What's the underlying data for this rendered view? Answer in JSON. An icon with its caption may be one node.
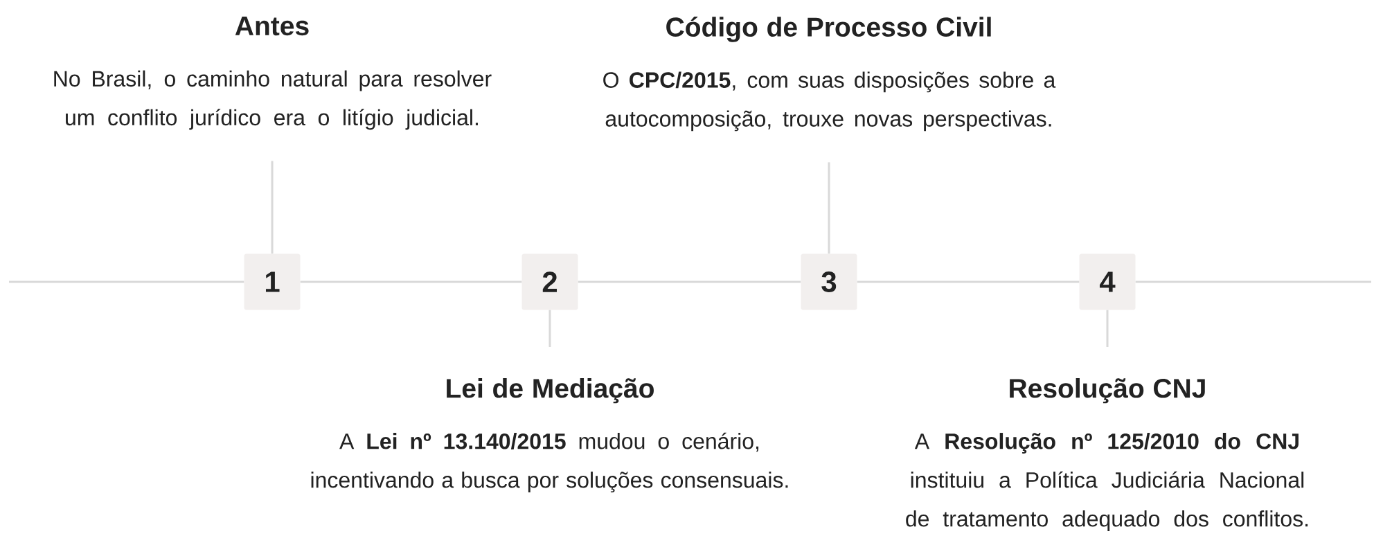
{
  "diagram": {
    "nodes": [
      {
        "text": [
          "Antes",
          "No Brasil, o caminho natural para resolver um conflito jurídico era o litígio judicial."
        ]
      },
      {
        "text": [
          "1"
        ]
      },
      {
        "text": [
          "Lei de Mediação",
          "A **Lei nº 13.140/2015** mudou o cenário, incentivando a busca por soluções consensuais."
        ]
      },
      {
        "text": [
          "2"
        ]
      },
      {
        "text": [
          "Código de Processo Civil",
          "O **CPC/2015**, com suas disposições sobre a autocomposição, trouxe novas perspectivas."
        ]
      },
      {
        "text": [
          "3"
        ]
      },
      {
        "text": [
          "Resolução CNJ",
          "A **Resolução nº 125/2010 do CNJ** instituiu a Política Judiciária Nacional de tratamento adequado dos conflitos."
        ]
      },
      {
        "text": [
          "4"
        ]
      }
    ],
    "edges": [
      {
        "from": 0,
        "to": 1,
        "arrow": "none"
      },
      {
        "from": 3,
        "to": 2,
        "arrow": "none"
      },
      {
        "from": 4,
        "to": 5,
        "arrow": "none"
      },
      {
        "from": 7,
        "to": 6,
        "arrow": "none"
      },
      {
        "from": null,
        "to": 1,
        "arrow": "none"
      },
      {
        "from": 1,
        "to": 3,
        "arrow": "none"
      },
      {
        "from": 3,
        "to": 5,
        "arrow": "none"
      },
      {
        "from": 5,
        "to": 7,
        "arrow": "none"
      },
      {
        "from": 7,
        "to": null,
        "arrow": "none"
      }
    ]
  }
}
